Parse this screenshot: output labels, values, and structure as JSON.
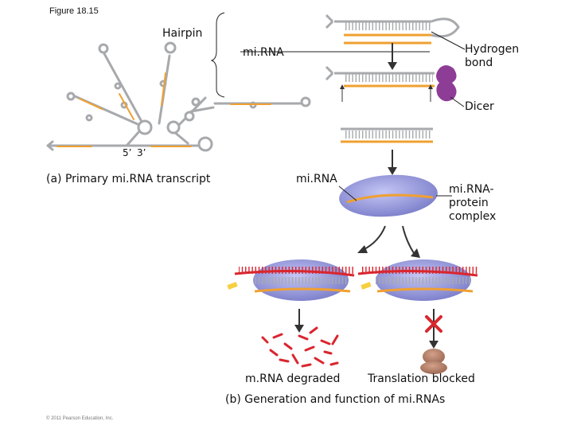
{
  "figure_label": "Figure 18.15",
  "copyright": "© 2011 Pearson Education, Inc.",
  "labels": {
    "hairpin": "Hairpin",
    "mirna_top": "mi.RNA",
    "hydrogen_bond": "Hydrogen\nbond",
    "dicer": "Dicer",
    "five_prime": "5’",
    "three_prime": "3’",
    "part_a": "(a) Primary mi.RNA transcript",
    "mirna_mid": "mi.RNA",
    "complex": "mi.RNA-\nprotein\ncomplex",
    "mrna_degraded": "m.RNA degraded",
    "translation_blocked": "Translation blocked",
    "part_b": "(b) Generation and function of mi.RNAs"
  },
  "colors": {
    "rna_gray": "#a7a9ac",
    "mirna_orange": "#f0a030",
    "mrna_red": "#d9262e",
    "protein_purple": "#8d8fd6",
    "dicer_purple": "#8e3d97",
    "ribosome_brown": "#b7806a",
    "arrow": "#333333"
  }
}
